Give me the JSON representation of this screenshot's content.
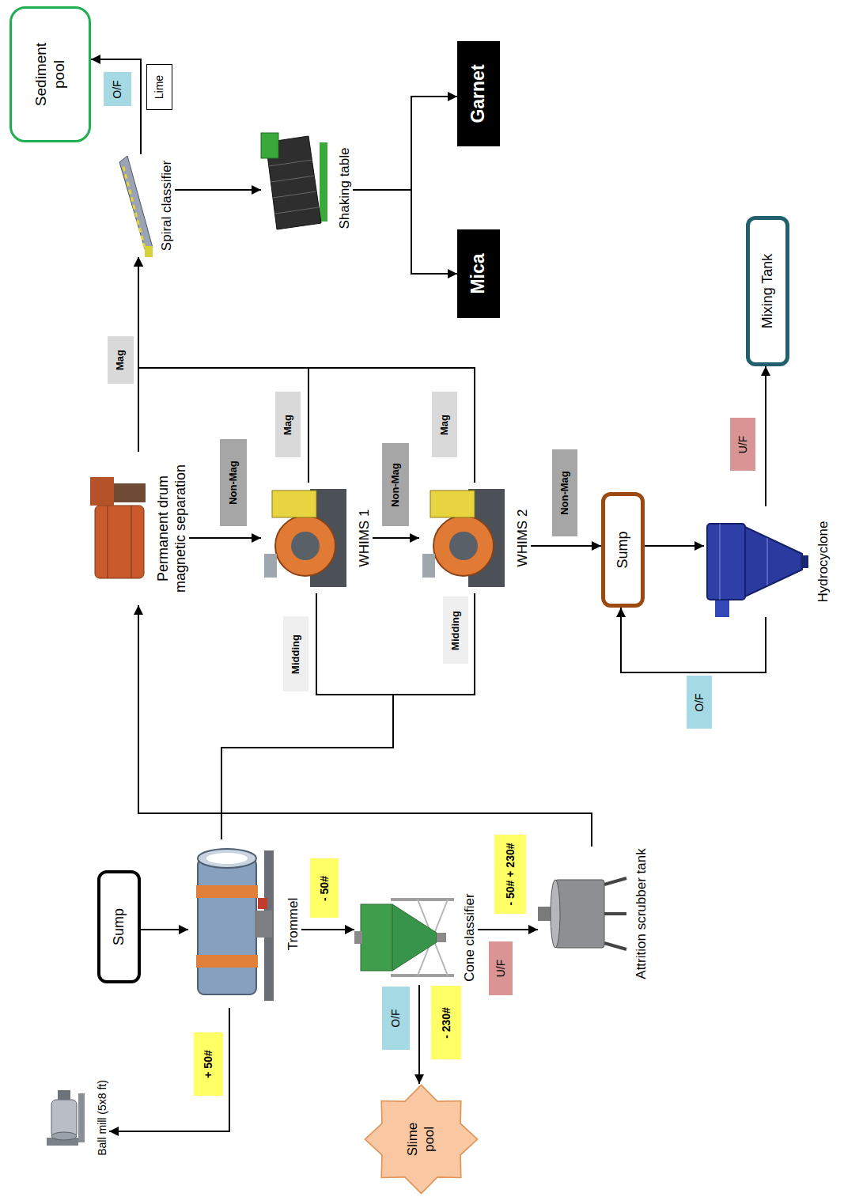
{
  "diagram": {
    "nodes": [
      {
        "text": [
          "Sump"
        ]
      },
      {
        "text": [
          "Trommel"
        ]
      },
      {
        "text": [
          "Ball mill (5x8 ft)"
        ]
      },
      {
        "text": [
          "Cone classifier"
        ]
      },
      {
        "text": [
          "Slime pool"
        ]
      },
      {
        "text": [
          "Attrition scrubber tank"
        ]
      },
      {
        "text": [
          "Permanent drum magnetic separation"
        ]
      },
      {
        "text": [
          "WHIMS 1"
        ]
      },
      {
        "text": [
          "WHIMS 2"
        ]
      },
      {
        "text": [
          "Sump"
        ]
      },
      {
        "text": [
          "Hydrocyclone"
        ]
      },
      {
        "text": [
          "Mixing Tank"
        ]
      },
      {
        "text": [
          "Spiral classifier"
        ]
      },
      {
        "text": [
          "Lime"
        ]
      },
      {
        "text": [
          "Sediment pool"
        ]
      },
      {
        "text": [
          "Shaking table"
        ]
      },
      {
        "text": [
          "Garnet"
        ]
      },
      {
        "text": [
          "Mica"
        ]
      }
    ],
    "edges": [
      {
        "from": 0,
        "to": 1,
        "arrow": "to"
      },
      {
        "from": 1,
        "to": 2,
        "label": "+ 50#",
        "arrow": "to"
      },
      {
        "from": 1,
        "to": 3,
        "label": "- 50#",
        "arrow": "to"
      },
      {
        "from": 3,
        "to": 4,
        "label": "O/F",
        "arrow": "to"
      },
      {
        "from": 3,
        "to": 5,
        "label": "U/F",
        "arrow": "to"
      },
      {
        "from": 5,
        "to": 6,
        "arrow": "to"
      },
      {
        "from": 6,
        "to": 7,
        "label": "Non-Mag",
        "arrow": "to"
      },
      {
        "from": 6,
        "to": 12,
        "label": "Mag",
        "arrow": "to"
      },
      {
        "from": 7,
        "to": 8,
        "label": "Non-Mag",
        "arrow": "to"
      },
      {
        "from": 7,
        "to": 12,
        "label": "Mag",
        "arrow": "to"
      },
      {
        "from": 8,
        "to": 12,
        "label": "Mag",
        "arrow": "to"
      },
      {
        "from": 7,
        "to": 1,
        "label": "Midding",
        "arrow": "none"
      },
      {
        "from": 8,
        "to": 1,
        "label": "Midding",
        "arrow": "none"
      },
      {
        "from": 8,
        "to": 9,
        "label": "Non-Mag",
        "arrow": "to"
      },
      {
        "from": 9,
        "to": 10,
        "arrow": "to"
      },
      {
        "from": 10,
        "to": 9,
        "label": "O/F",
        "arrow": "to"
      },
      {
        "from": 10,
        "to": 11,
        "label": "U/F",
        "arrow": "to"
      },
      {
        "from": 12,
        "to": 14,
        "label": "O/F",
        "arrow": "to"
      },
      {
        "from": 12,
        "to": 15,
        "arrow": "to"
      },
      {
        "from": 15,
        "to": 16,
        "arrow": "to"
      },
      {
        "from": 15,
        "to": 17,
        "arrow": "to"
      }
    ],
    "labels": [
      "- 230#",
      "- 50# + 230#"
    ]
  }
}
